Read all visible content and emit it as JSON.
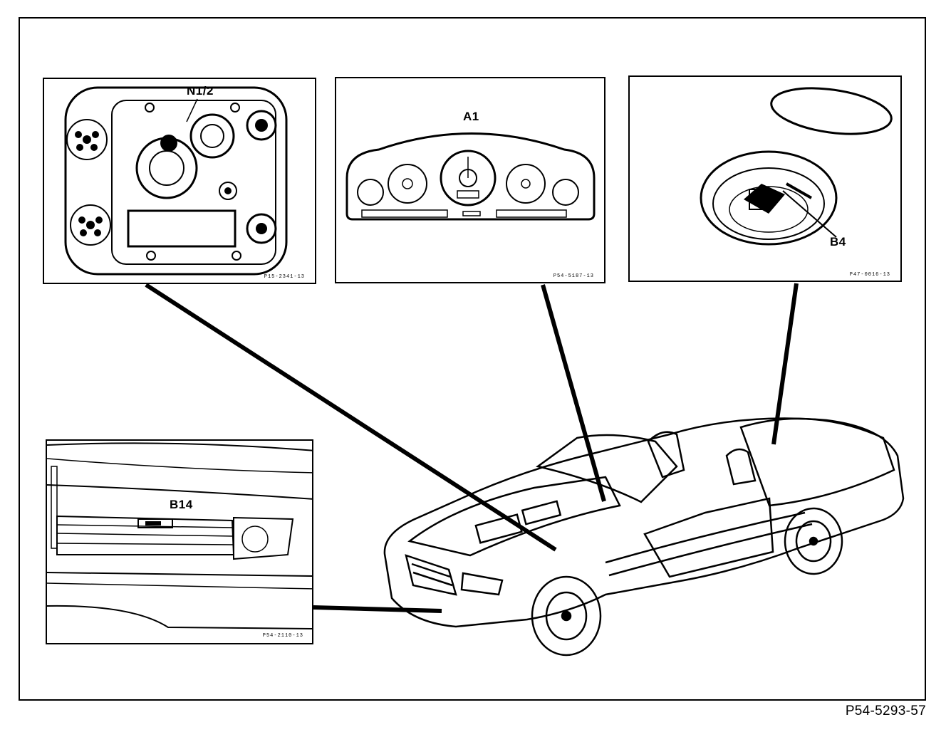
{
  "figure_number": "P54-5293-57",
  "insets": [
    {
      "id": "steering-lock",
      "label": "N1/2",
      "figure_code": "P15-2341-13"
    },
    {
      "id": "instrument-cluster",
      "label": "A1",
      "figure_code": "P54-5187-13"
    },
    {
      "id": "fuel-tank-sender",
      "label": "B4",
      "figure_code": "P47-0016-13"
    },
    {
      "id": "outside-temp-sensor",
      "label": "B14",
      "figure_code": "P54-2110-13"
    }
  ]
}
